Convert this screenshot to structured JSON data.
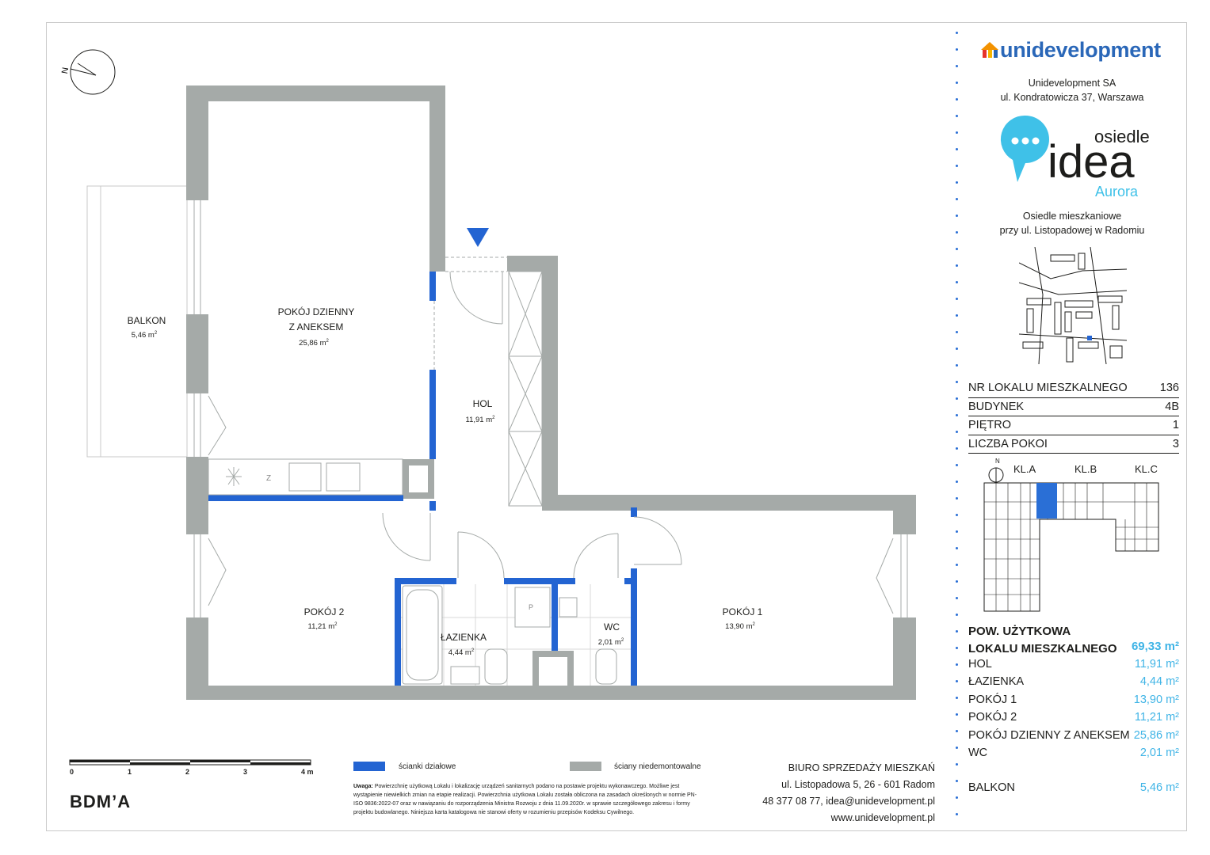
{
  "brand": {
    "name": "unidevelopment"
  },
  "company": {
    "name": "Unidevelopment SA",
    "address": "ul. Kondratowicza 37, Warszawa"
  },
  "project": {
    "word1": "osiedle",
    "word2": "idea",
    "word3": "Aurora",
    "desc1": "Osiedle mieszkaniowe",
    "desc2": "przy ul. Listopadowej w Radomiu"
  },
  "info": [
    {
      "label": "NR LOKALU MIESZKALNEGO",
      "value": "136"
    },
    {
      "label": "BUDYNEK",
      "value": "4B"
    },
    {
      "label": "PIĘTRO",
      "value": "1"
    },
    {
      "label": "LICZBA POKOI",
      "value": "3"
    }
  ],
  "keyplan": {
    "north": "N",
    "stairs": [
      "KL.A",
      "KL.B",
      "KL.C"
    ]
  },
  "area": {
    "title1": "POW. UŻYTKOWA",
    "title2": "LOKALU MIESZKALNEGO",
    "total": "69,33 m²",
    "rooms": [
      {
        "name": "HOL",
        "value": "11,91 m²"
      },
      {
        "name": "ŁAZIENKA",
        "value": "4,44 m²"
      },
      {
        "name": "POKÓJ 1",
        "value": "13,90 m²"
      },
      {
        "name": "POKÓJ 2",
        "value": "11,21 m²"
      },
      {
        "name": "POKÓJ DZIENNY Z ANEKSEM",
        "value": "25,86 m²"
      },
      {
        "name": "WC",
        "value": "2,01 m²"
      }
    ],
    "balcony": {
      "name": "BALKON",
      "value": "5,46 m²"
    }
  },
  "plan": {
    "north": "N",
    "rooms": {
      "balkon": {
        "name": "BALKON",
        "area": "5,46 m"
      },
      "living": {
        "name1": "POKÓJ DZIENNY",
        "name2": "Z ANEKSEM",
        "area": "25,86 m"
      },
      "hol": {
        "name": "HOL",
        "area": "11,91 m"
      },
      "pokoj2": {
        "name": "POKÓJ 2",
        "area": "11,21 m"
      },
      "lazienka": {
        "name": "ŁAZIENKA",
        "area": "4,44 m"
      },
      "wc": {
        "name": "WC",
        "area": "2,01 m"
      },
      "pokoj1": {
        "name": "POKÓJ 1",
        "area": "13,90 m"
      }
    },
    "fixtures": {
      "z": "Z",
      "p": "P"
    }
  },
  "scale": {
    "ticks": [
      "0",
      "1",
      "2",
      "3",
      "4 m"
    ]
  },
  "legend": {
    "partition": "ścianki działowe",
    "structural": "ściany niedemontowalne"
  },
  "note": {
    "label": "Uwaga:",
    "text": "Powierzchnię użytkową Lokalu i lokalizację urządzeń sanitarnych podano na postawie projektu wykonawczego. Możliwe jest wystąpienie niewielkich zmian na etapie realizacji. Powierzchnia użytkowa Lokalu została obliczona na zasadach określonych w normie PN-ISO 9836:2022-07 oraz w nawiązaniu do rozporządzenia Ministra Rozwoju z dnia 11.09.2020r. w sprawie szczegółowego zakresu i formy projektu budowlanego. Niniejsza karta katalogowa nie stanowi oferty w rozumieniu przepisów Kodeksu Cywilnego."
  },
  "office": {
    "title": "BIURO SPRZEDAŻY MIESZKAŃ",
    "address": "ul. Listopadowa 5, 26 - 601 Radom",
    "contact": "48 377 08 77, idea@unidevelopment.pl",
    "web": "www.unidevelopment.pl"
  },
  "architect": "BDM’A",
  "colors": {
    "partition": "#2364d2",
    "structural": "#a5aaa8",
    "accent": "#3fb4e6",
    "brand": "#2a67b8"
  }
}
